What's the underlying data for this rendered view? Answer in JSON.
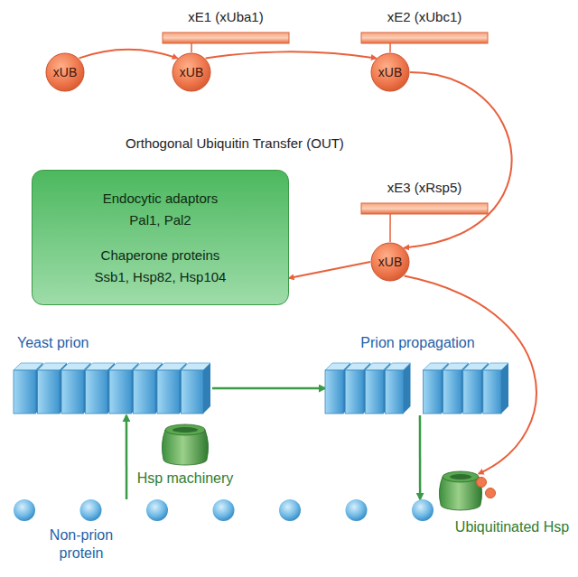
{
  "diagram": {
    "nodes": [
      {
        "text": [
          "xUB"
        ]
      },
      {
        "text": [
          "xE1 (xUba1)"
        ]
      },
      {
        "text": [
          "xUB"
        ]
      },
      {
        "text": [
          "xE2 (xUbc1)"
        ]
      },
      {
        "text": [
          "xUB"
        ]
      },
      {
        "text": [
          "xE3 (xRsp5)"
        ]
      },
      {
        "text": [
          "xUB"
        ]
      },
      {
        "text": [
          "Endocytic adaptors",
          "Pal1, Pal2",
          "Chaperone proteins",
          "Ssb1, Hsp82, Hsp104"
        ]
      },
      {
        "text": [
          "Yeast prion"
        ]
      },
      {
        "text": [
          "Prion propagation"
        ]
      },
      {
        "text": [
          "Hsp machinery"
        ]
      },
      {
        "text": [
          "Non-prion protein"
        ]
      },
      {
        "text": [
          "Ubiquitinated Hsp"
        ]
      }
    ],
    "edges": [
      {
        "from": 0,
        "to": 2,
        "arrow": "to"
      },
      {
        "from": 1,
        "to": 2,
        "arrow": "none"
      },
      {
        "from": 2,
        "to": 4,
        "arrow": "to"
      },
      {
        "from": 3,
        "to": 4,
        "arrow": "none"
      },
      {
        "from": 4,
        "to": 6,
        "arrow": "to"
      },
      {
        "from": 5,
        "to": 6,
        "arrow": "none"
      },
      {
        "from": 6,
        "to": 7,
        "arrow": "to"
      },
      {
        "from": 6,
        "to": 12,
        "arrow": "to"
      },
      {
        "from": 8,
        "to": 9,
        "arrow": "to"
      },
      {
        "from": 9,
        "to": 11,
        "arrow": "to"
      },
      {
        "from": 11,
        "to": 8,
        "arrow": "to"
      }
    ],
    "labels": [
      "Orthogonal Ubiquitin Transfer (OUT)"
    ]
  }
}
